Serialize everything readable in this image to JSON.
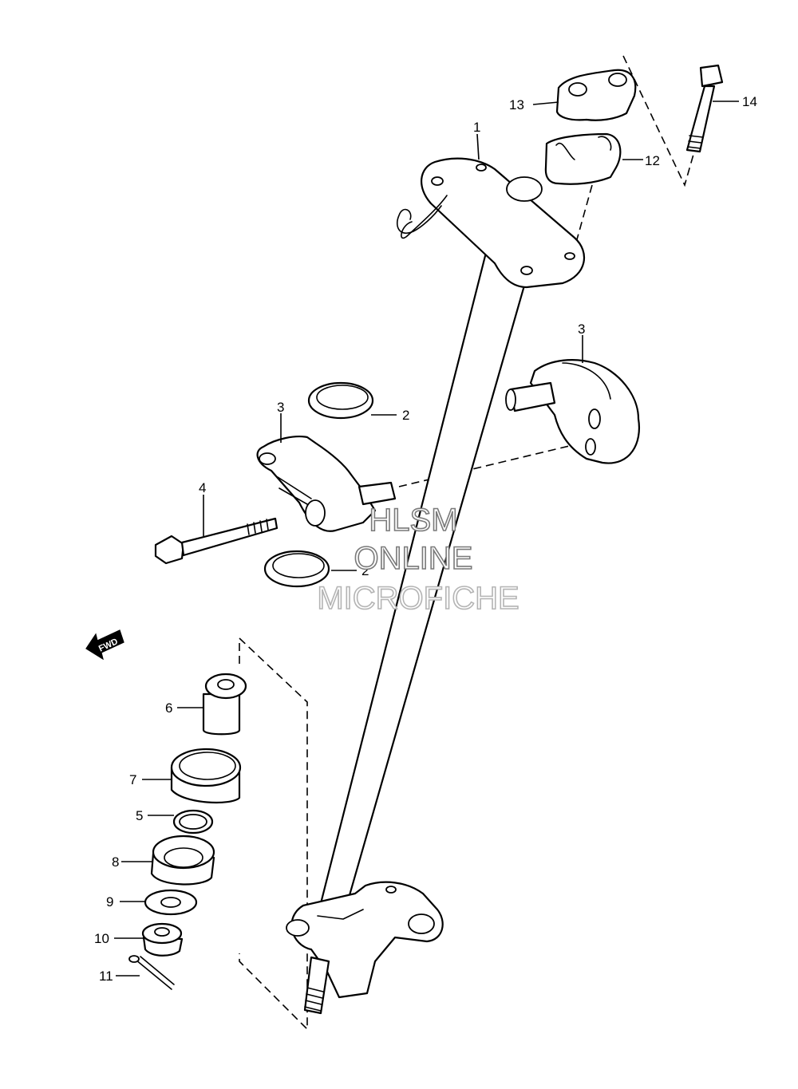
{
  "diagram": {
    "watermark": {
      "line1": "HLSM",
      "line2": "ONLINE",
      "line3": "MICROFICHE"
    },
    "forward_label": "FWD",
    "callouts": {
      "c1": "1",
      "c2a": "2",
      "c2b": "2",
      "c3a": "3",
      "c3b": "3",
      "c4": "4",
      "c5": "5",
      "c6": "6",
      "c7": "7",
      "c8": "8",
      "c9": "9",
      "c10": "10",
      "c11": "11",
      "c12": "12",
      "c13": "13",
      "c14": "14"
    },
    "colors": {
      "line": "#000000",
      "background": "#ffffff",
      "watermark_outline": "#b4b4b4"
    }
  }
}
